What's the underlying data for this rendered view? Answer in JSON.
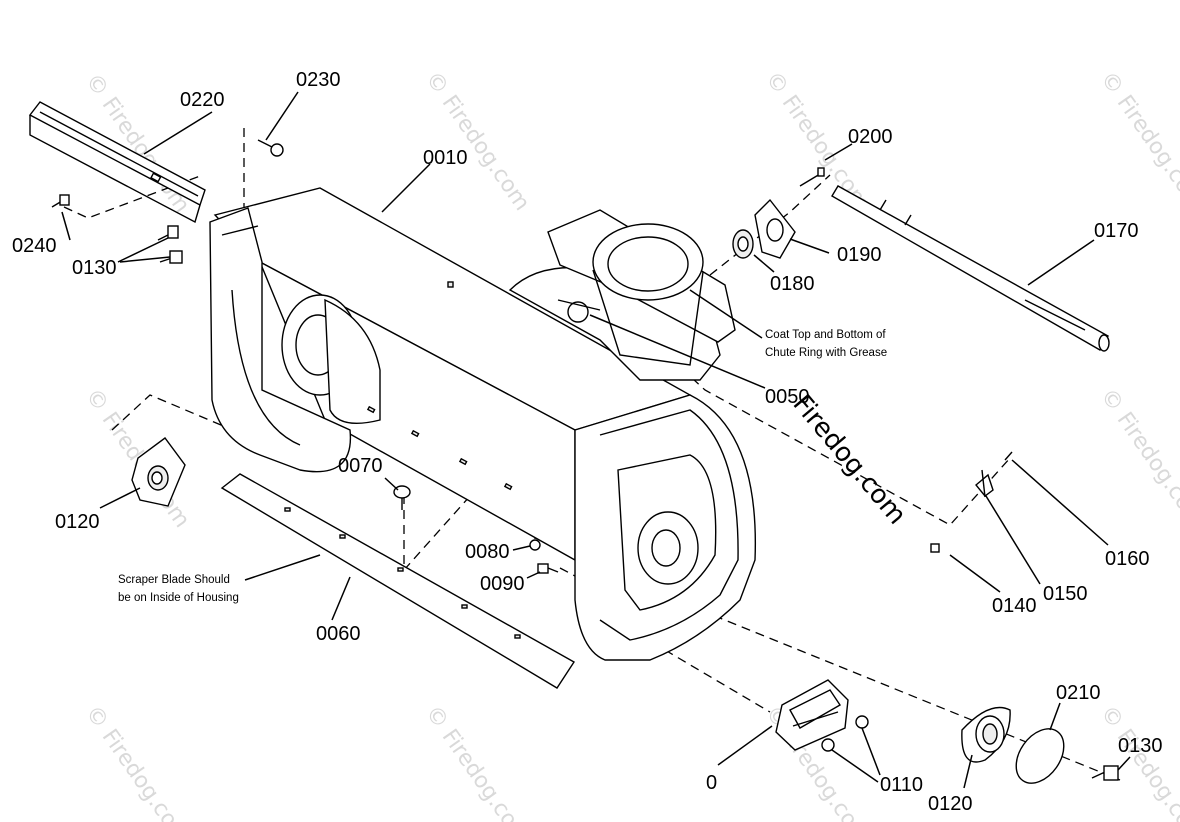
{
  "labels": {
    "p0010": "0010",
    "p0050": "0050",
    "p0060": "0060",
    "p0070": "0070",
    "p0080": "0080",
    "p0090": "0090",
    "p0110": "0110",
    "p0120_left": "0120",
    "p0120_right": "0120",
    "p0130_left": "0130",
    "p0130_right": "0130",
    "p0140": "0140",
    "p0150": "0150",
    "p0160": "0160",
    "p0170": "0170",
    "p0180": "0180",
    "p0190": "0190",
    "p0200": "0200",
    "p0210": "0210",
    "p0220": "0220",
    "p0230": "0230",
    "p0240": "0240",
    "p0100_partial": "0"
  },
  "notes": {
    "grease_line1": "Coat Top and Bottom of",
    "grease_line2": "Chute Ring with Grease",
    "scraper_line1": "Scraper Blade Should",
    "scraper_line2": "be on Inside of Housing"
  },
  "watermark": {
    "text": "Firedog.com",
    "small_text": "© Firedog.com"
  },
  "colors": {
    "line": "#000000",
    "watermark": "#d9d9d9"
  }
}
